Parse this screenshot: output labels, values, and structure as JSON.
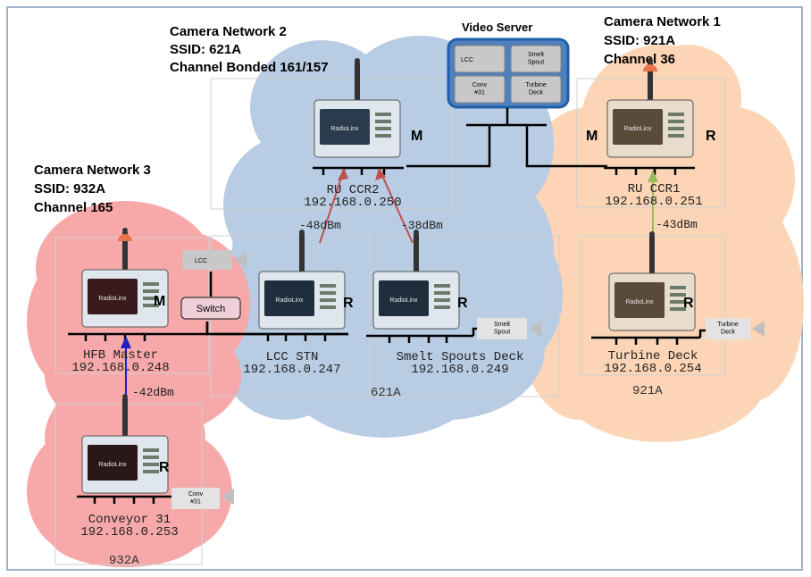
{
  "networks": {
    "n2": {
      "title": "Camera Network  2",
      "ssid": "SSID: 621A",
      "channel": "Channel Bonded 161/157",
      "zone": "621A"
    },
    "n1": {
      "title": "Camera Network  1",
      "ssid": "SSID: 921A",
      "channel": "Channel 36",
      "zone": "921A"
    },
    "n3": {
      "title": "Camera Network 3",
      "ssid": "SSID: 932A",
      "channel": "Channel 165",
      "zone": "932A"
    }
  },
  "video_server": {
    "title": "Video Server",
    "tiles": [
      "LCC",
      "Smelt\nSpout",
      "Conv\n#31",
      "Turbine\nDeck"
    ]
  },
  "radios": [
    {
      "id": "ru-ccr2",
      "name": "RU CCR2",
      "ip": "192.168.0.250",
      "role_left": "",
      "role": "M"
    },
    {
      "id": "ru-ccr1",
      "name": "RU CCR1",
      "ip": "192.168.0.251",
      "role_left": "M",
      "role": "R"
    },
    {
      "id": "hfb-master",
      "name": "HFB Master",
      "ip": "192.168.0.248",
      "role_left": "",
      "role": "M"
    },
    {
      "id": "lcc-stn",
      "name": "LCC STN",
      "ip": "192.168.0.247",
      "role_left": "",
      "role": "R"
    },
    {
      "id": "smelt-spouts-deck",
      "name": "Smelt Spouts Deck",
      "ip": "192.168.0.249",
      "role_left": "",
      "role": "R"
    },
    {
      "id": "turbine-deck",
      "name": "Turbine Deck",
      "ip": "192.168.0.254",
      "role_left": "",
      "role": "R"
    },
    {
      "id": "conveyor-31",
      "name": "Conveyor 31",
      "ip": "192.168.0.253",
      "role_left": "",
      "role": "R"
    }
  ],
  "device_brand": "RadioLinx",
  "signals": {
    "lcc": "-48dBm",
    "smelt": "-38dBm",
    "turbine": "-43dBm",
    "conveyor": "-42dBm"
  },
  "switch_label": "Switch",
  "cameras": {
    "lcc": "LCC",
    "smelt": "Smelt\nSpout",
    "turbine": "Turbine\nDeck",
    "conv": "Conv\n#31"
  },
  "colors": {
    "zone_621A": "#b8cce4",
    "zone_921A": "#fbd5b5",
    "zone_932A": "#f7a9a9",
    "server_border": "#1f5fa8",
    "server_fill": "#4f81bd",
    "link_red": "#c0504d",
    "link_green": "#9bbb59",
    "link_blue": "#2020c0",
    "wire": "#000000"
  }
}
